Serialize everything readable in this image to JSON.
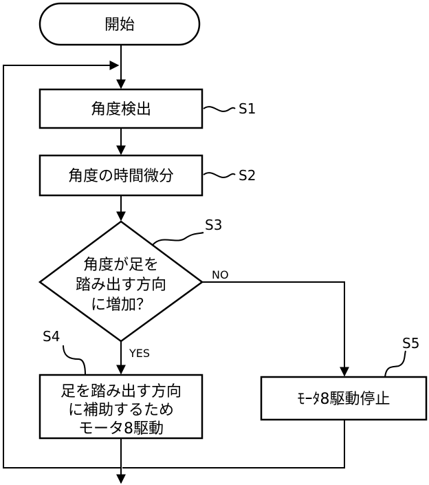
{
  "diagram": {
    "start": {
      "label": "開始"
    },
    "s1": {
      "id": "S1",
      "label": "角度検出"
    },
    "s2": {
      "id": "S2",
      "label": "角度の時間微分"
    },
    "s3": {
      "id": "S3",
      "lines": [
        "角度が足を",
        "踏み出す方向",
        "に増加？"
      ],
      "yes": "YES",
      "no": "NO"
    },
    "s4": {
      "id": "S4",
      "lines": [
        "足を踏み出す方向",
        "に補助するため",
        "モータ8駆動"
      ]
    },
    "s5": {
      "id": "S5",
      "label": "ﾓｰﾀ8駆動停止"
    }
  }
}
